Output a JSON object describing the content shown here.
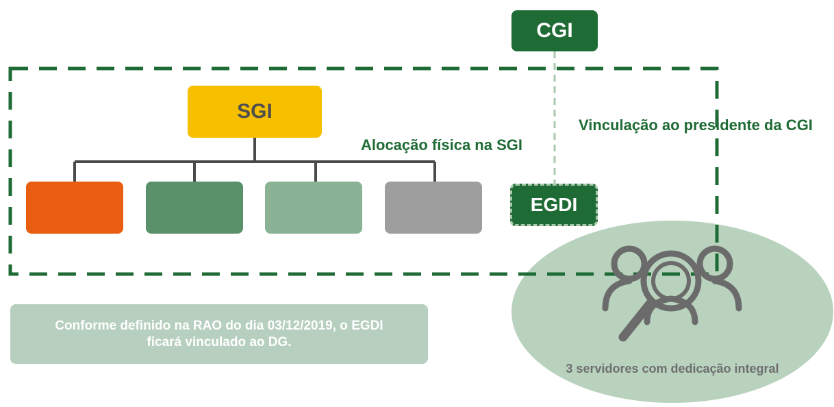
{
  "nodes": {
    "cgi": "CGI",
    "sgi": "SGI",
    "egdi": "EGDI"
  },
  "labels": {
    "allocation": "Alocação física na SGI",
    "link": "Vinculação ao presidente da CGI"
  },
  "note": {
    "line1": "Conforme definido na RAO do dia 03/12/2019, o EGDI",
    "line2": "ficará vinculado ao DG."
  },
  "team": {
    "caption": "3 servidores com dedicação integral",
    "icon": "people-magnifier-icon"
  },
  "colors": {
    "dark_green": "#1f6b35",
    "yellow": "#f6bf00",
    "orange": "#e85d0f",
    "mid_green": "#5a906a",
    "light_green": "#8ab396",
    "gray": "#9e9e9e",
    "pale_green": "#b8d2be"
  }
}
